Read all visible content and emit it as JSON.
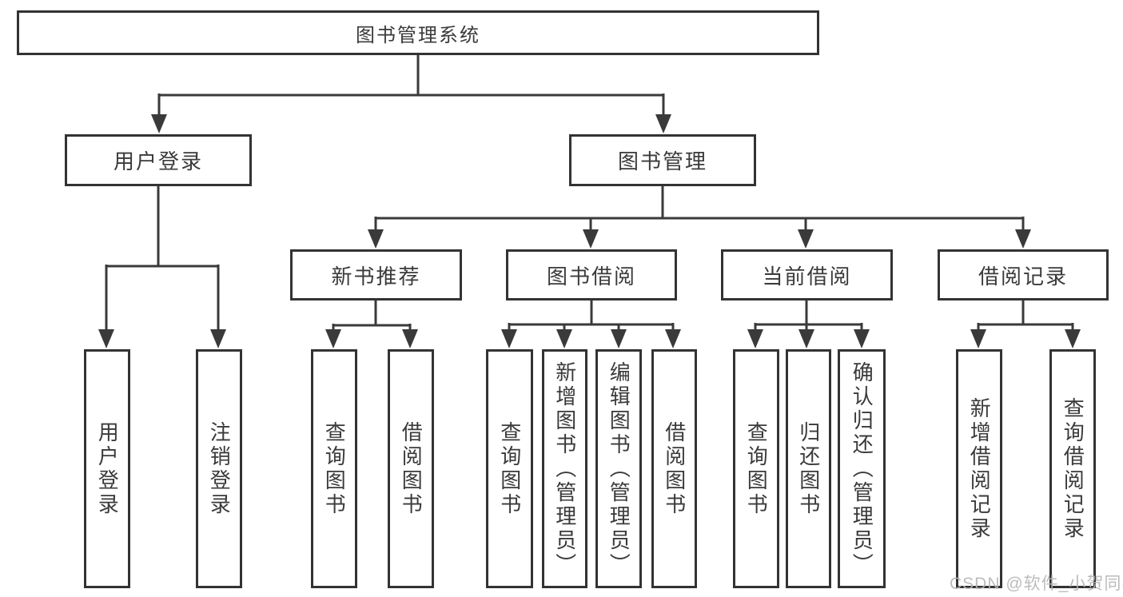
{
  "diagram": {
    "title": "图书管理系统",
    "tree": {
      "label": "图书管理系统",
      "children": [
        {
          "label": "用户登录",
          "children": [
            {
              "label": "用户登录"
            },
            {
              "label": "注销登录"
            }
          ]
        },
        {
          "label": "图书管理",
          "children": [
            {
              "label": "新书推荐",
              "children": [
                {
                  "label": "查询图书"
                },
                {
                  "label": "借阅图书"
                }
              ]
            },
            {
              "label": "图书借阅",
              "children": [
                {
                  "label": "查询图书"
                },
                {
                  "label": "新增图书（管理员）"
                },
                {
                  "label": "编辑图书（管理员）"
                },
                {
                  "label": "借阅图书"
                }
              ]
            },
            {
              "label": "当前借阅",
              "children": [
                {
                  "label": "查询图书"
                },
                {
                  "label": "归还图书"
                },
                {
                  "label": "确认归还（管理员）"
                }
              ]
            },
            {
              "label": "借阅记录",
              "children": [
                {
                  "label": "新增借阅记录"
                },
                {
                  "label": "查询借阅记录"
                }
              ]
            }
          ]
        }
      ]
    }
  },
  "watermark": {
    "text": "CSDN @软件_小贺同学"
  },
  "colors": {
    "line": "#3a3a3a",
    "box_border": "#333333",
    "text": "#3a3a3a",
    "background": "#ffffff",
    "watermark": "#b5b5b5"
  }
}
